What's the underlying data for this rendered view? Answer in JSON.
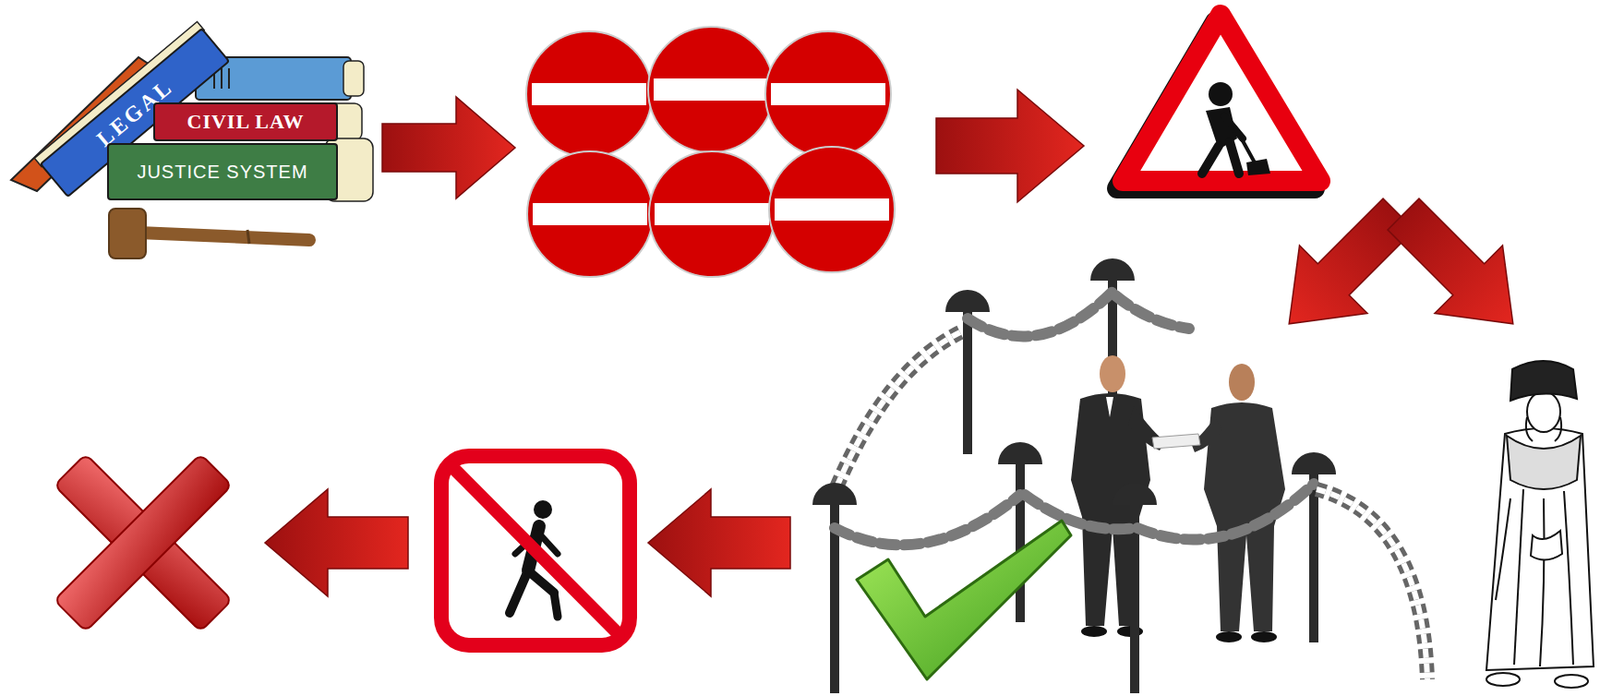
{
  "diagram": {
    "nodes": [
      {
        "text": [
          "LEGAL"
        ]
      },
      {
        "text": [
          "CIVIL LAW"
        ]
      },
      {
        "text": [
          "JUSTICE SYSTEM"
        ]
      }
    ]
  }
}
